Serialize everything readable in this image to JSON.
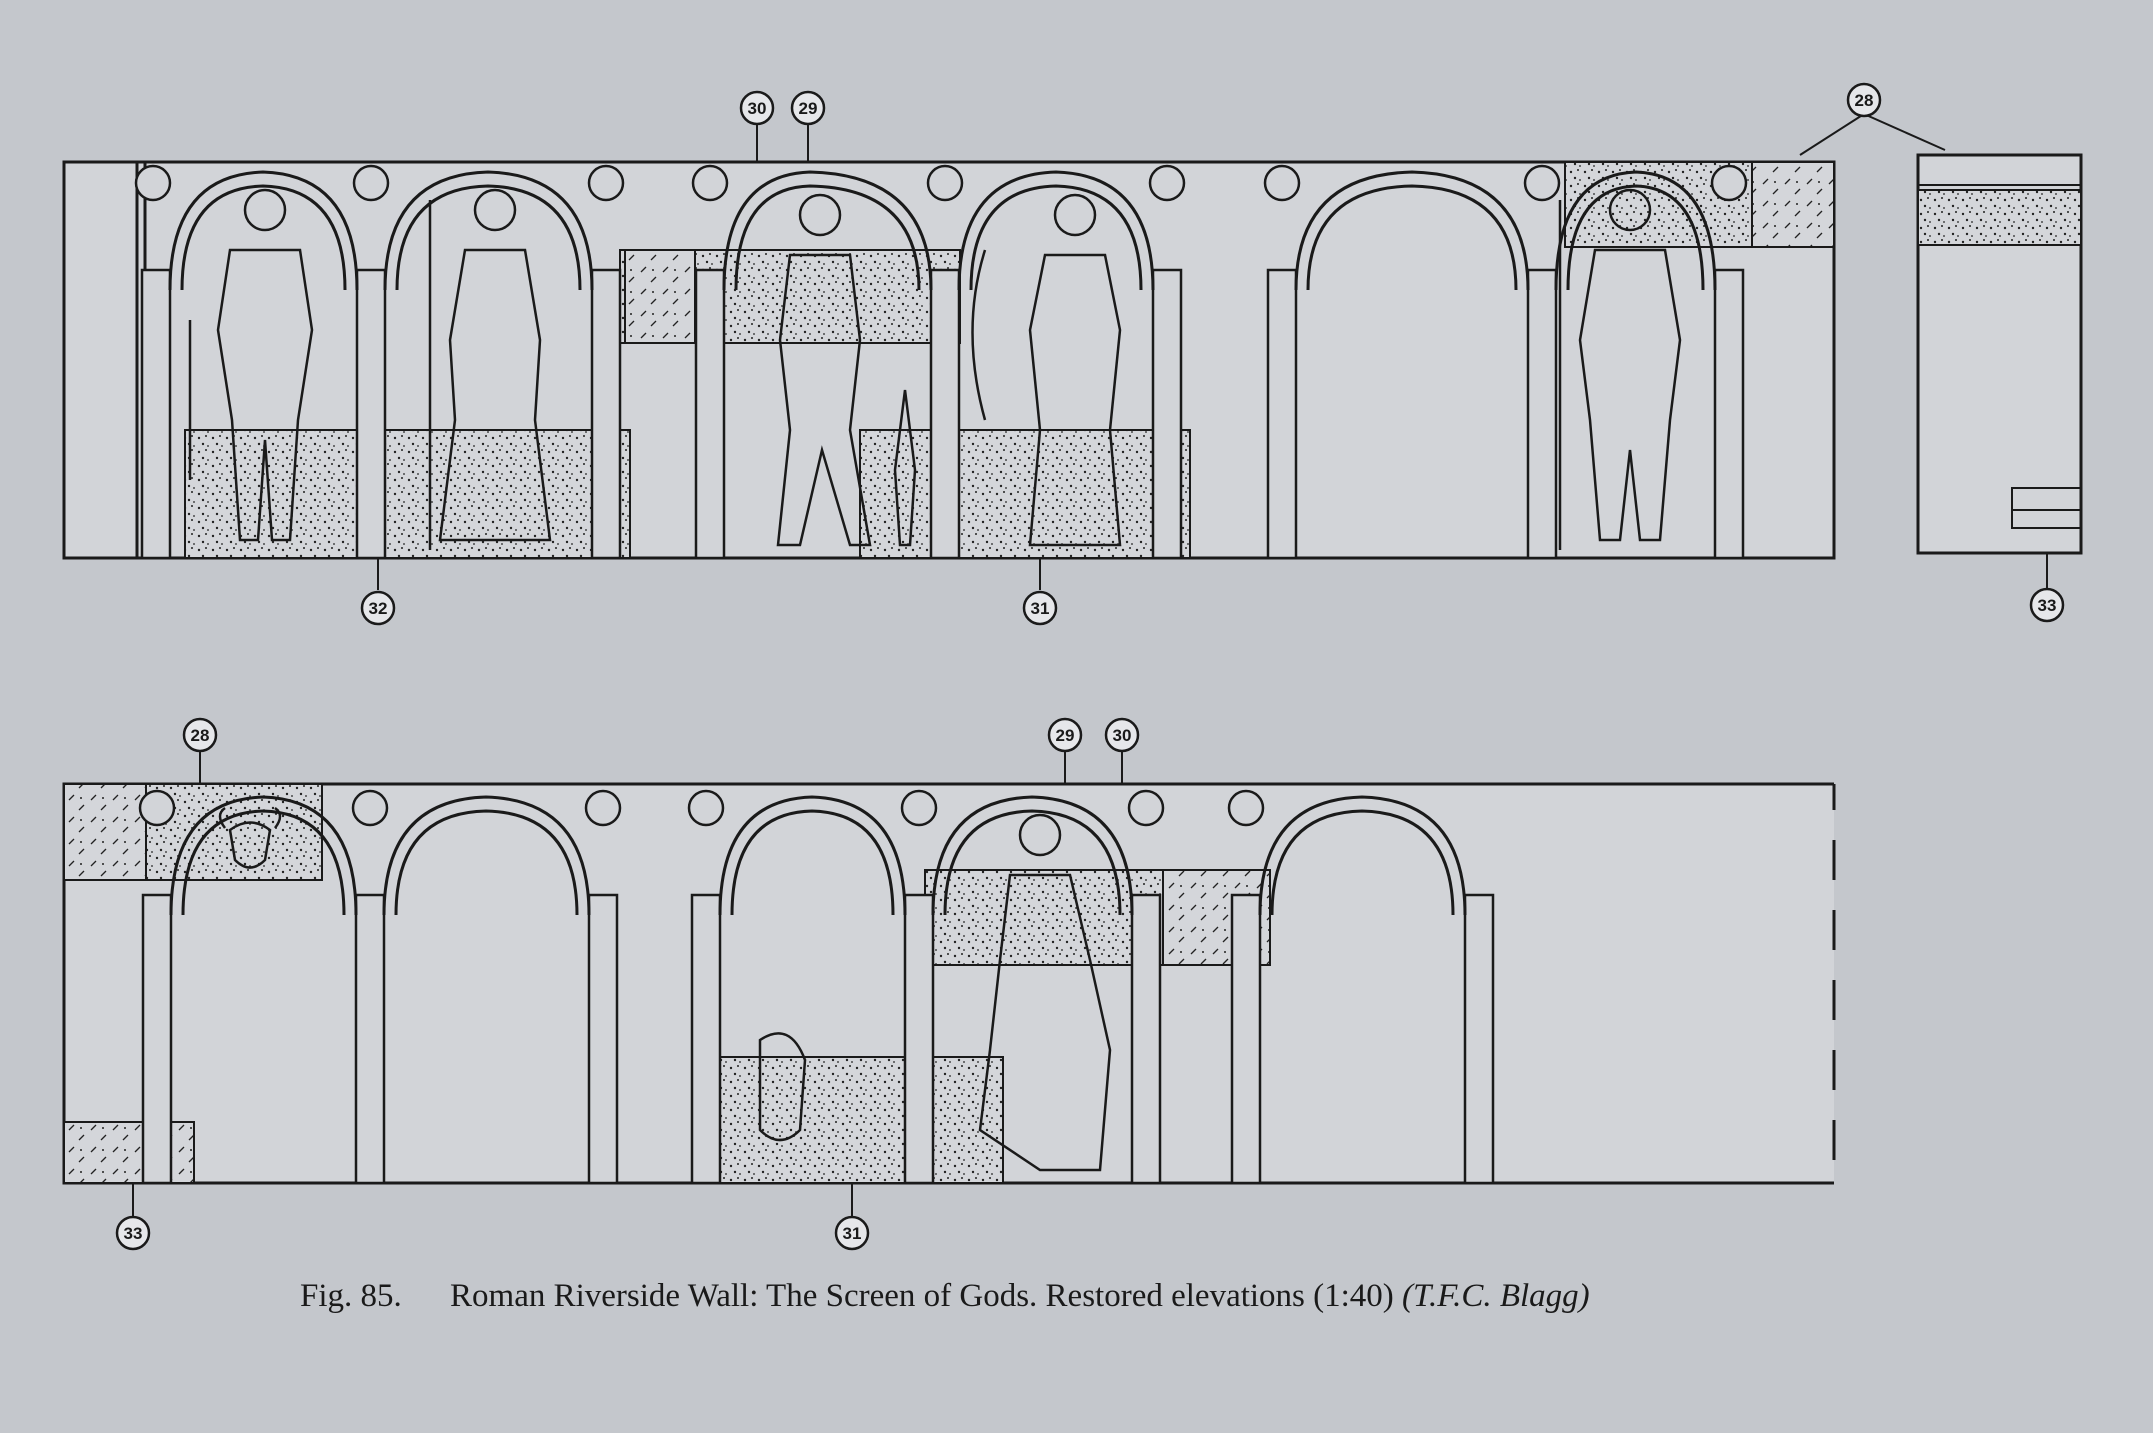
{
  "caption": {
    "figure": "Fig. 85.",
    "title": "Roman Riverside Wall: The Screen of Gods. Restored elevations (1:40)",
    "credit": "(T.F.C. Blagg)"
  },
  "callouts": {
    "top_30": "30",
    "top_29": "29",
    "top_28": "28",
    "top_32": "32",
    "top_31": "31",
    "top_33": "33",
    "bottom_28": "28",
    "bottom_29": "29",
    "bottom_30": "30",
    "bottom_33": "33",
    "bottom_31": "31"
  },
  "colors": {
    "background": "#c4c7cc",
    "ink": "#1a1a1a",
    "panel": "#d2d4d8"
  }
}
